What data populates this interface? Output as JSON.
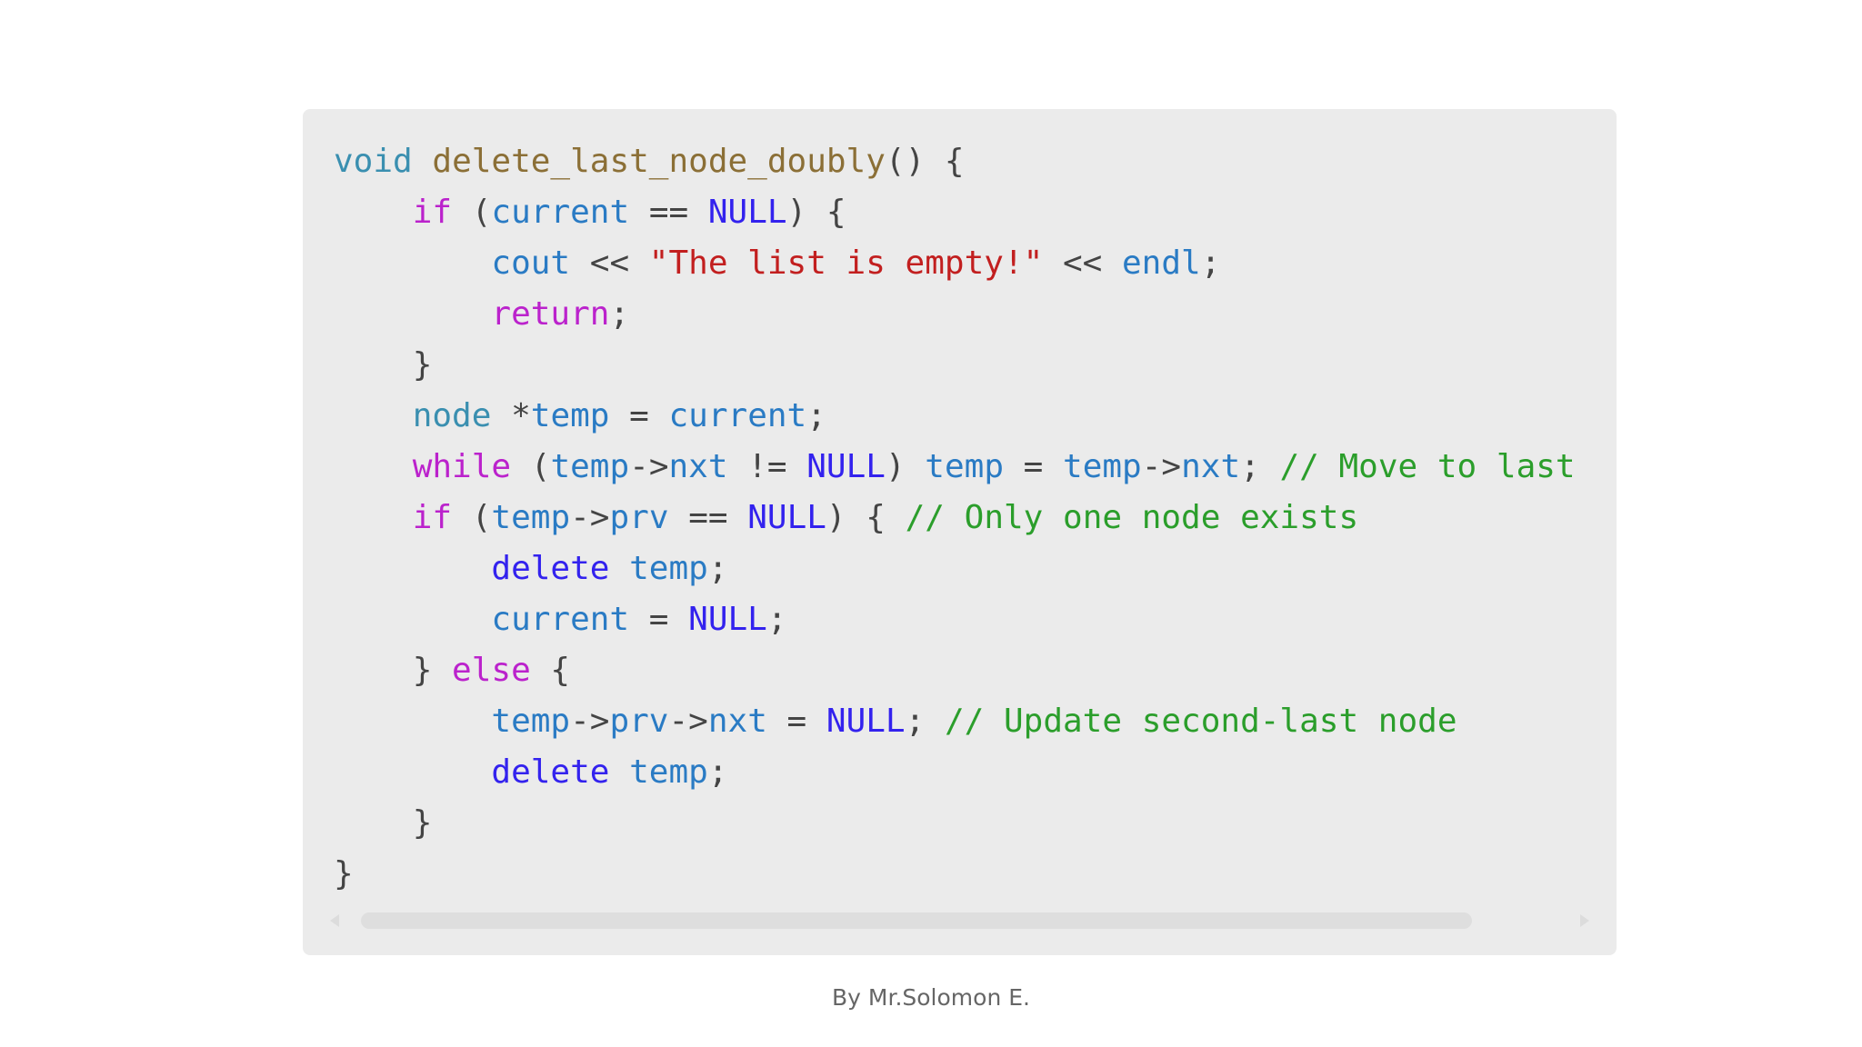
{
  "code": {
    "lines": [
      [
        {
          "t": "void",
          "c": "type"
        },
        {
          "t": " ",
          "c": "op"
        },
        {
          "t": "delete_last_node_doubly",
          "c": "func"
        },
        {
          "t": "() {",
          "c": "op"
        }
      ],
      [
        {
          "t": "    ",
          "c": "op"
        },
        {
          "t": "if",
          "c": "kw"
        },
        {
          "t": " (",
          "c": "op"
        },
        {
          "t": "current",
          "c": "var"
        },
        {
          "t": " == ",
          "c": "op"
        },
        {
          "t": "NULL",
          "c": "const"
        },
        {
          "t": ") {",
          "c": "op"
        }
      ],
      [
        {
          "t": "        ",
          "c": "op"
        },
        {
          "t": "cout",
          "c": "var"
        },
        {
          "t": " << ",
          "c": "op"
        },
        {
          "t": "\"The list is empty!\"",
          "c": "str"
        },
        {
          "t": " << ",
          "c": "op"
        },
        {
          "t": "endl",
          "c": "var"
        },
        {
          "t": ";",
          "c": "op"
        }
      ],
      [
        {
          "t": "        ",
          "c": "op"
        },
        {
          "t": "return",
          "c": "kw"
        },
        {
          "t": ";",
          "c": "op"
        }
      ],
      [
        {
          "t": "    }",
          "c": "op"
        }
      ],
      [
        {
          "t": "    ",
          "c": "op"
        },
        {
          "t": "node",
          "c": "type"
        },
        {
          "t": " *",
          "c": "op"
        },
        {
          "t": "temp",
          "c": "var"
        },
        {
          "t": " = ",
          "c": "op"
        },
        {
          "t": "current",
          "c": "var"
        },
        {
          "t": ";",
          "c": "op"
        }
      ],
      [
        {
          "t": "    ",
          "c": "op"
        },
        {
          "t": "while",
          "c": "kw"
        },
        {
          "t": " (",
          "c": "op"
        },
        {
          "t": "temp",
          "c": "var"
        },
        {
          "t": "->",
          "c": "op"
        },
        {
          "t": "nxt",
          "c": "var"
        },
        {
          "t": " != ",
          "c": "op"
        },
        {
          "t": "NULL",
          "c": "const"
        },
        {
          "t": ") ",
          "c": "op"
        },
        {
          "t": "temp",
          "c": "var"
        },
        {
          "t": " = ",
          "c": "op"
        },
        {
          "t": "temp",
          "c": "var"
        },
        {
          "t": "->",
          "c": "op"
        },
        {
          "t": "nxt",
          "c": "var"
        },
        {
          "t": "; ",
          "c": "op"
        },
        {
          "t": "// Move to last",
          "c": "comment"
        }
      ],
      [
        {
          "t": "    ",
          "c": "op"
        },
        {
          "t": "if",
          "c": "kw"
        },
        {
          "t": " (",
          "c": "op"
        },
        {
          "t": "temp",
          "c": "var"
        },
        {
          "t": "->",
          "c": "op"
        },
        {
          "t": "prv",
          "c": "var"
        },
        {
          "t": " == ",
          "c": "op"
        },
        {
          "t": "NULL",
          "c": "const"
        },
        {
          "t": ") { ",
          "c": "op"
        },
        {
          "t": "// Only one node exists",
          "c": "comment"
        }
      ],
      [
        {
          "t": "        ",
          "c": "op"
        },
        {
          "t": "delete",
          "c": "del"
        },
        {
          "t": " ",
          "c": "op"
        },
        {
          "t": "temp",
          "c": "var"
        },
        {
          "t": ";",
          "c": "op"
        }
      ],
      [
        {
          "t": "        ",
          "c": "op"
        },
        {
          "t": "current",
          "c": "var"
        },
        {
          "t": " = ",
          "c": "op"
        },
        {
          "t": "NULL",
          "c": "const"
        },
        {
          "t": ";",
          "c": "op"
        }
      ],
      [
        {
          "t": "    } ",
          "c": "op"
        },
        {
          "t": "else",
          "c": "kw"
        },
        {
          "t": " {",
          "c": "op"
        }
      ],
      [
        {
          "t": "        ",
          "c": "op"
        },
        {
          "t": "temp",
          "c": "var"
        },
        {
          "t": "->",
          "c": "op"
        },
        {
          "t": "prv",
          "c": "var"
        },
        {
          "t": "->",
          "c": "op"
        },
        {
          "t": "nxt",
          "c": "var"
        },
        {
          "t": " = ",
          "c": "op"
        },
        {
          "t": "NULL",
          "c": "const"
        },
        {
          "t": "; ",
          "c": "op"
        },
        {
          "t": "// Update second-last node",
          "c": "comment"
        }
      ],
      [
        {
          "t": "        ",
          "c": "op"
        },
        {
          "t": "delete",
          "c": "del"
        },
        {
          "t": " ",
          "c": "op"
        },
        {
          "t": "temp",
          "c": "var"
        },
        {
          "t": ";",
          "c": "op"
        }
      ],
      [
        {
          "t": "    }",
          "c": "op"
        }
      ],
      [
        {
          "t": "}",
          "c": "op"
        }
      ]
    ]
  },
  "caption": "By Mr.Solomon E.",
  "colors": {
    "background": "#ffffff",
    "code_background": "#ebebeb",
    "type": "#3a8fb0",
    "function": "#8b6f36",
    "keyword": "#bb22cc",
    "variable": "#2a7bc4",
    "constant": "#3322ee",
    "string": "#c21f1f",
    "comment": "#2b9e2b"
  }
}
